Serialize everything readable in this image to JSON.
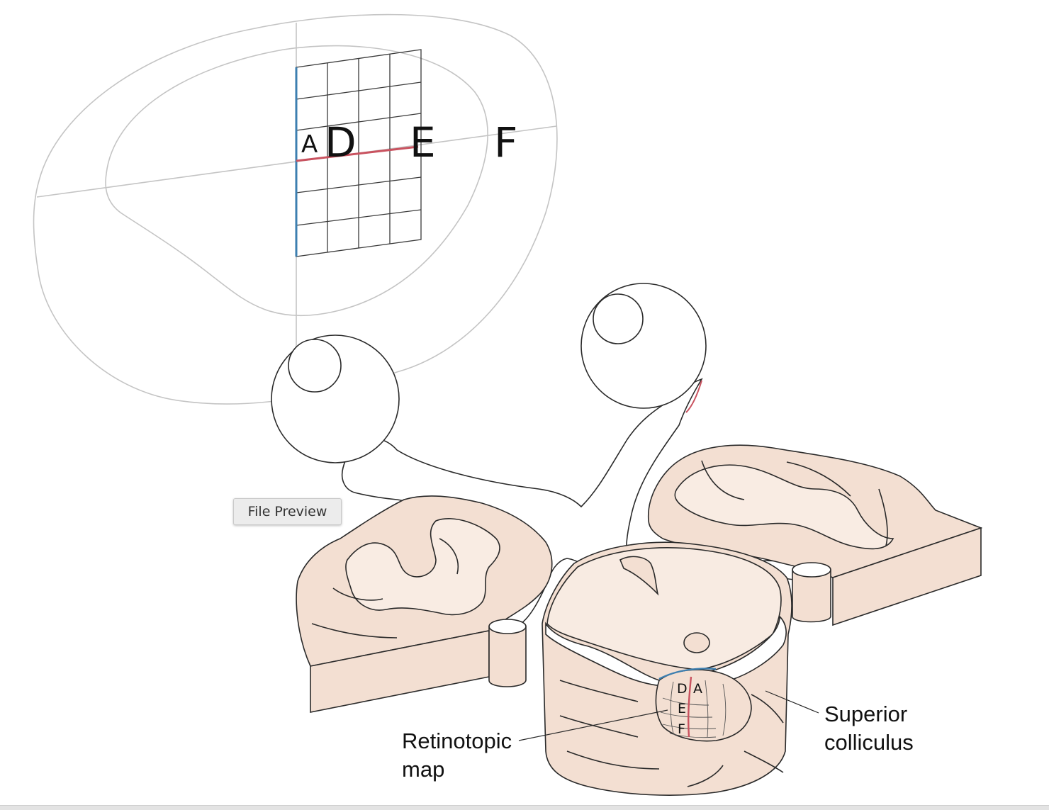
{
  "visual_field": {
    "letters": {
      "a": "A",
      "d": "D",
      "e": "E",
      "f": "F"
    }
  },
  "retinotopic": {
    "letters": {
      "d": "D",
      "a": "A",
      "e": "E",
      "f": "F"
    }
  },
  "labels": {
    "retinotopic_line1": "Retinotopic",
    "retinotopic_line2": "map",
    "superior_line1": "Superior",
    "superior_line2": "colliculus"
  },
  "file_preview": {
    "label": "File Preview"
  },
  "colors": {
    "tissue": "#f3dfd2",
    "tissue_light": "#f8ebe2",
    "outline": "#2a2a2a",
    "field_line": "#c4c4c4",
    "grid_line": "#3a3a3a",
    "blue_meridian": "#3d7fb0",
    "red_meridian": "#c9525f"
  }
}
